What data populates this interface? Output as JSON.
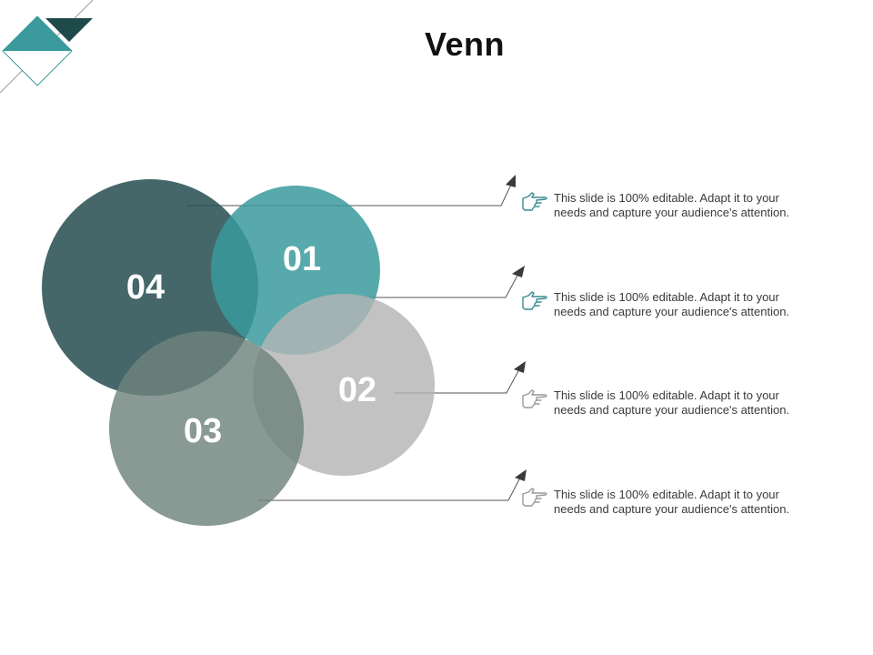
{
  "slide": {
    "title": "Venn"
  },
  "colors": {
    "circle_01": "#3a9a9c",
    "circle_02": "#b5b5b5",
    "circle_03": "#6f827c",
    "circle_04": "#2b5254",
    "leader_line": "#555555",
    "hand_teal": "#3a8c8f",
    "hand_gray": "#9a9a9a",
    "deco_teal": "#3a9a9c",
    "deco_dark": "#1e4a4a"
  },
  "circles": [
    {
      "number": "01",
      "name": "circle-01"
    },
    {
      "number": "02",
      "name": "circle-02"
    },
    {
      "number": "03",
      "name": "circle-03"
    },
    {
      "number": "04",
      "name": "circle-04"
    }
  ],
  "descriptions": [
    {
      "line1": "This slide is 100% editable. Adapt it to your",
      "line2": "needs and capture your audience's attention.",
      "icon": "pointing-hand-icon"
    },
    {
      "line1": "This slide is 100% editable. Adapt it to your",
      "line2": "needs and capture your audience's attention.",
      "icon": "pointing-hand-icon"
    },
    {
      "line1": "This slide is 100% editable. Adapt it to your",
      "line2": "needs and capture your audience's attention.",
      "icon": "pointing-hand-icon"
    },
    {
      "line1": "This slide is 100% editable. Adapt it to your",
      "line2": "needs and capture your audience's attention.",
      "icon": "pointing-hand-icon"
    }
  ]
}
